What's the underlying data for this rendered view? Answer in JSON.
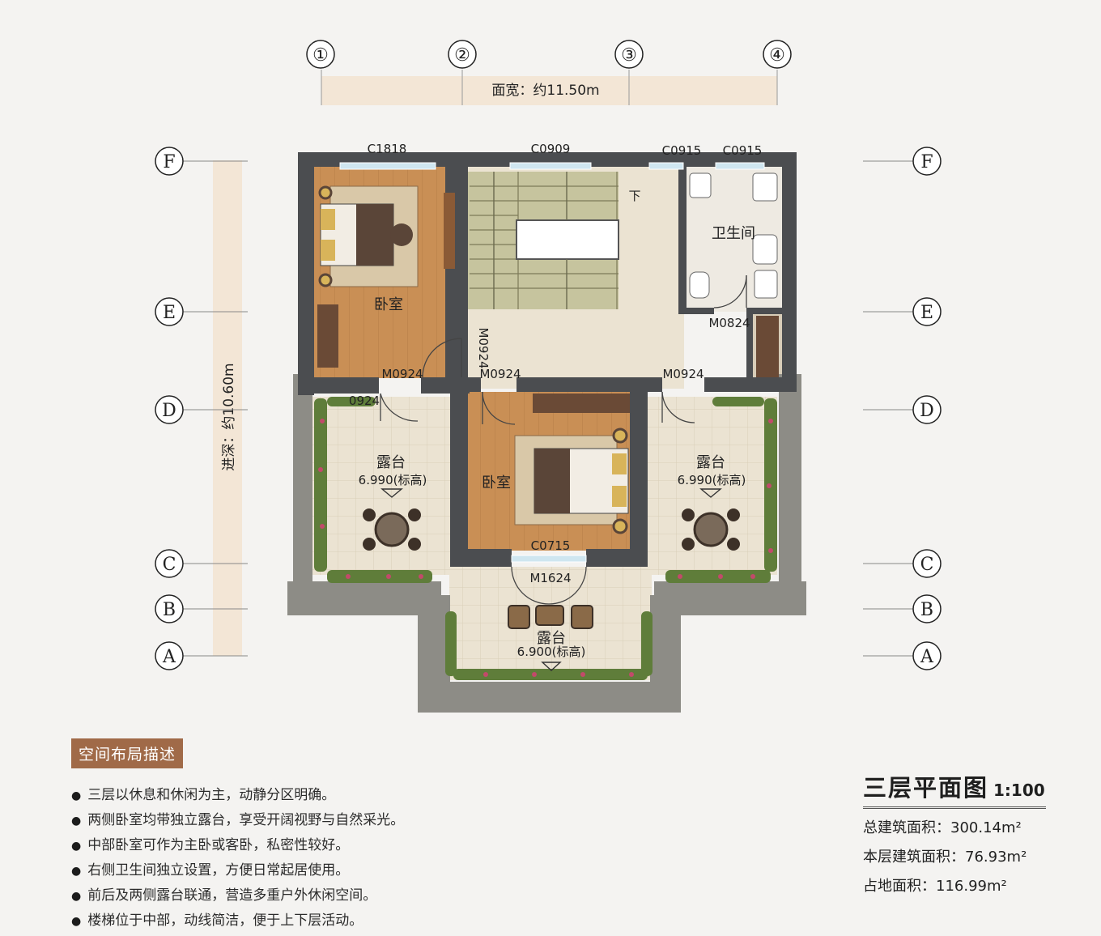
{
  "axes": {
    "columns": [
      "①",
      "②",
      "③",
      "④"
    ],
    "rows": [
      "F",
      "E",
      "D",
      "C",
      "B",
      "A"
    ]
  },
  "dimensions": {
    "width": "面宽：约11.50m",
    "depth": "进深：约10.60m"
  },
  "windows": {
    "c1818": "C1818",
    "c0909": "C0909",
    "c0915a": "C0915",
    "c0915b": "C0915",
    "c0715": "C0715"
  },
  "doors": {
    "m0924_left": "M0924",
    "m0924_mid_left": "M0924",
    "m0924_vertical": "M0924",
    "m0924_right": "M0924",
    "m0824": "M0824",
    "m1624": "M1624",
    "m0924_partial": "0924"
  },
  "rooms": {
    "bedroom_left": "卧室",
    "bedroom_center": "卧室",
    "bathroom": "卫生间",
    "terrace_left": "露台",
    "terrace_left_elev": "6.990(标高)",
    "terrace_right": "露台",
    "terrace_right_elev": "6.990(标高)",
    "terrace_front": "露台",
    "terrace_front_elev": "6.900(标高)",
    "stair_down": "下"
  },
  "description": {
    "title": "空间布局描述",
    "bullets": [
      "三层以休息和休闲为主，动静分区明确。",
      "两侧卧室均带独立露台，享受开阔视野与自然采光。",
      "中部卧室可作为主卧或客卧，私密性较好。",
      "右侧卫生间独立设置，方便日常起居使用。",
      "前后及两侧露台联通，营造多重户外休闲空间。",
      "楼梯位于中部，动线简洁，便于上下层活动。"
    ]
  },
  "info": {
    "title": "三层平面图",
    "scale": "1:100",
    "total_area": "总建筑面积：300.14m²",
    "floor_area": "本层建筑面积：76.93m²",
    "land_area": "占地面积：116.99m²"
  },
  "colors": {
    "wood_floor": "#c98f55",
    "tile_floor": "#ebe3d2",
    "stair": "#c6c49e",
    "wall": "#4b4d50",
    "label_bg": "#a06a48"
  }
}
